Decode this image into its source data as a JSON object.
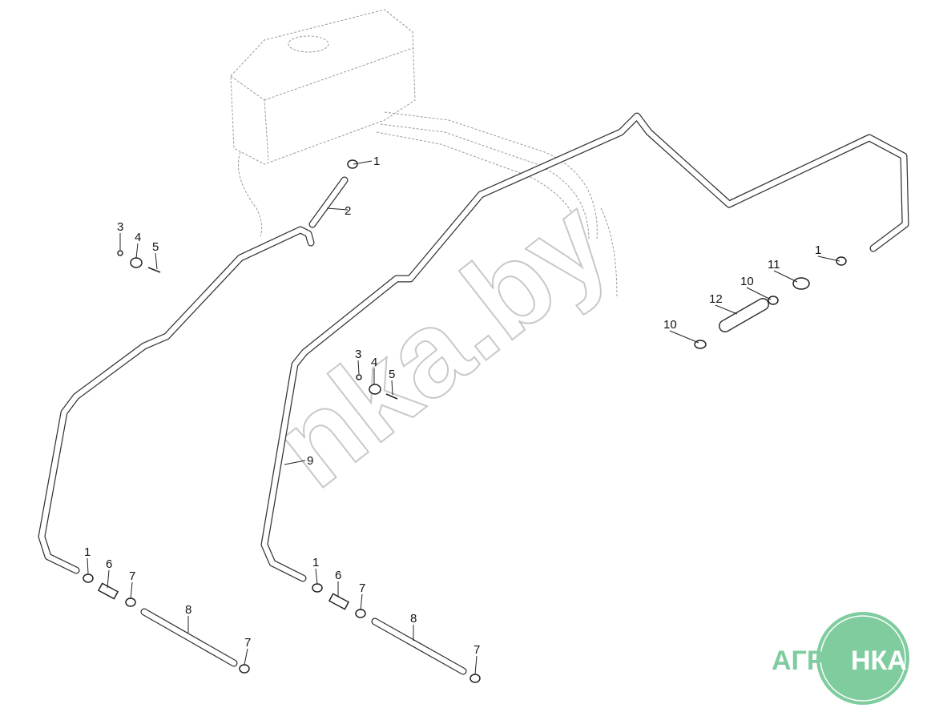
{
  "diagram": {
    "callouts": [
      "1",
      "2",
      "3",
      "4",
      "5",
      "1",
      "11",
      "10",
      "12",
      "10",
      "3",
      "4",
      "5",
      "9",
      "1",
      "6",
      "7",
      "8",
      "7",
      "1",
      "6",
      "7",
      "8",
      "7"
    ]
  },
  "watermark": "nka.by",
  "logo": {
    "left": "АГРО",
    "right": "НКА",
    "color": "#7fcc9f"
  }
}
